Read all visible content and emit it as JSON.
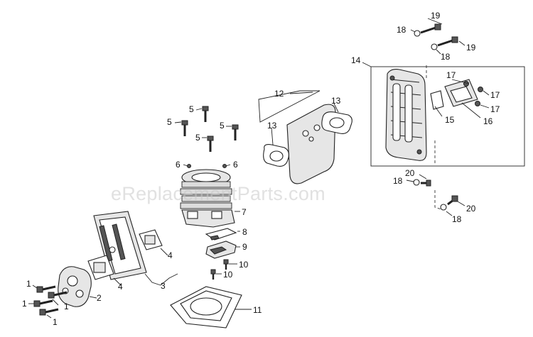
{
  "watermark": "eReplacementParts.com",
  "callouts": {
    "c1a": "1",
    "c1b": "1",
    "c1c": "1",
    "c1d": "1",
    "c2": "2",
    "c3": "3",
    "c4a": "4",
    "c4b": "4",
    "c5a": "5",
    "c5b": "5",
    "c5c": "5",
    "c5d": "5",
    "c6a": "6",
    "c6b": "6",
    "c7": "7",
    "c8": "8",
    "c9": "9",
    "c10a": "10",
    "c10b": "10",
    "c11": "11",
    "c12": "12",
    "c13a": "13",
    "c13b": "13",
    "c14": "14",
    "c15": "15",
    "c16": "16",
    "c17a": "17",
    "c17b": "17",
    "c17c": "17",
    "c18a": "18",
    "c18b": "18",
    "c18c": "18",
    "c18d": "18",
    "c19a": "19",
    "c19b": "19",
    "c20a": "20",
    "c20b": "20"
  }
}
